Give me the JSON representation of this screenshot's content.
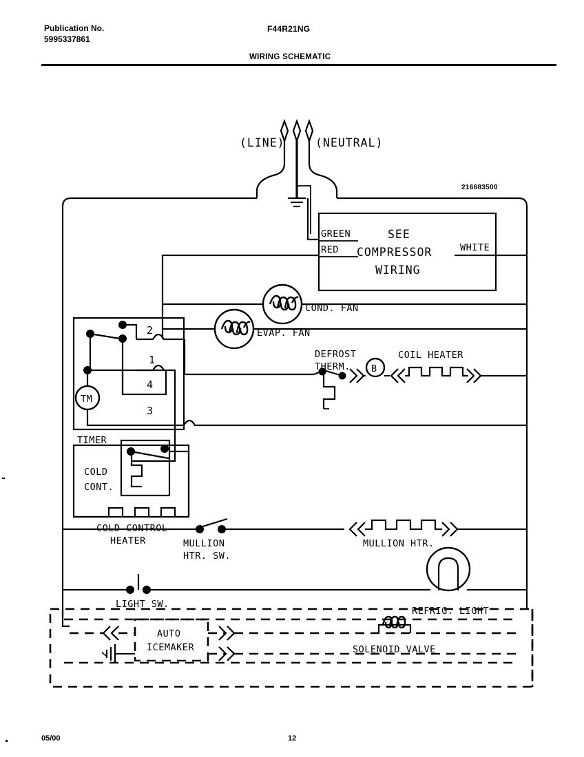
{
  "header": {
    "publication_label": "Publication No.",
    "publication_number": "5995337861",
    "model": "F44R21NG",
    "title": "WIRING SCHEMATIC"
  },
  "footer": {
    "date": "05/00",
    "page": "12"
  },
  "diagram": {
    "part_number": "216683500",
    "supply": {
      "line": "(LINE)",
      "neutral": "(NEUTRAL)"
    },
    "compressor_box": {
      "line1": "SEE",
      "line2": "COMPRESSOR",
      "line3": "WIRING",
      "lead_green": "GREEN",
      "lead_red": "RED",
      "lead_white": "WHITE"
    },
    "components": {
      "cond_fan": "COND. FAN",
      "evap_fan": "EVAP. FAN",
      "defrost_therm_line1": "DEFROST",
      "defrost_therm_line2": "THERM.",
      "bimetal_marker": "B",
      "coil_heater": "COIL HEATER",
      "timer": "TIMER",
      "timer_motor": "TM",
      "timer_terminals": [
        "2",
        "1",
        "4",
        "3"
      ],
      "cold_cont_line1": "COLD",
      "cold_cont_line2": "CONT.",
      "cold_control_heater_line1": "COLD CONTROL",
      "cold_control_heater_line2": "HEATER",
      "mullion_htr_sw_line1": "MULLION",
      "mullion_htr_sw_line2": "HTR. SW.",
      "mullion_htr": "MULLION HTR.",
      "light_sw": "LIGHT SW.",
      "refrig_light": "REFRIG. LIGHT",
      "auto_icemaker_line1": "AUTO",
      "auto_icemaker_line2": "ICEMAKER",
      "solenoid_valve": "SOLENOID VALVE"
    }
  }
}
